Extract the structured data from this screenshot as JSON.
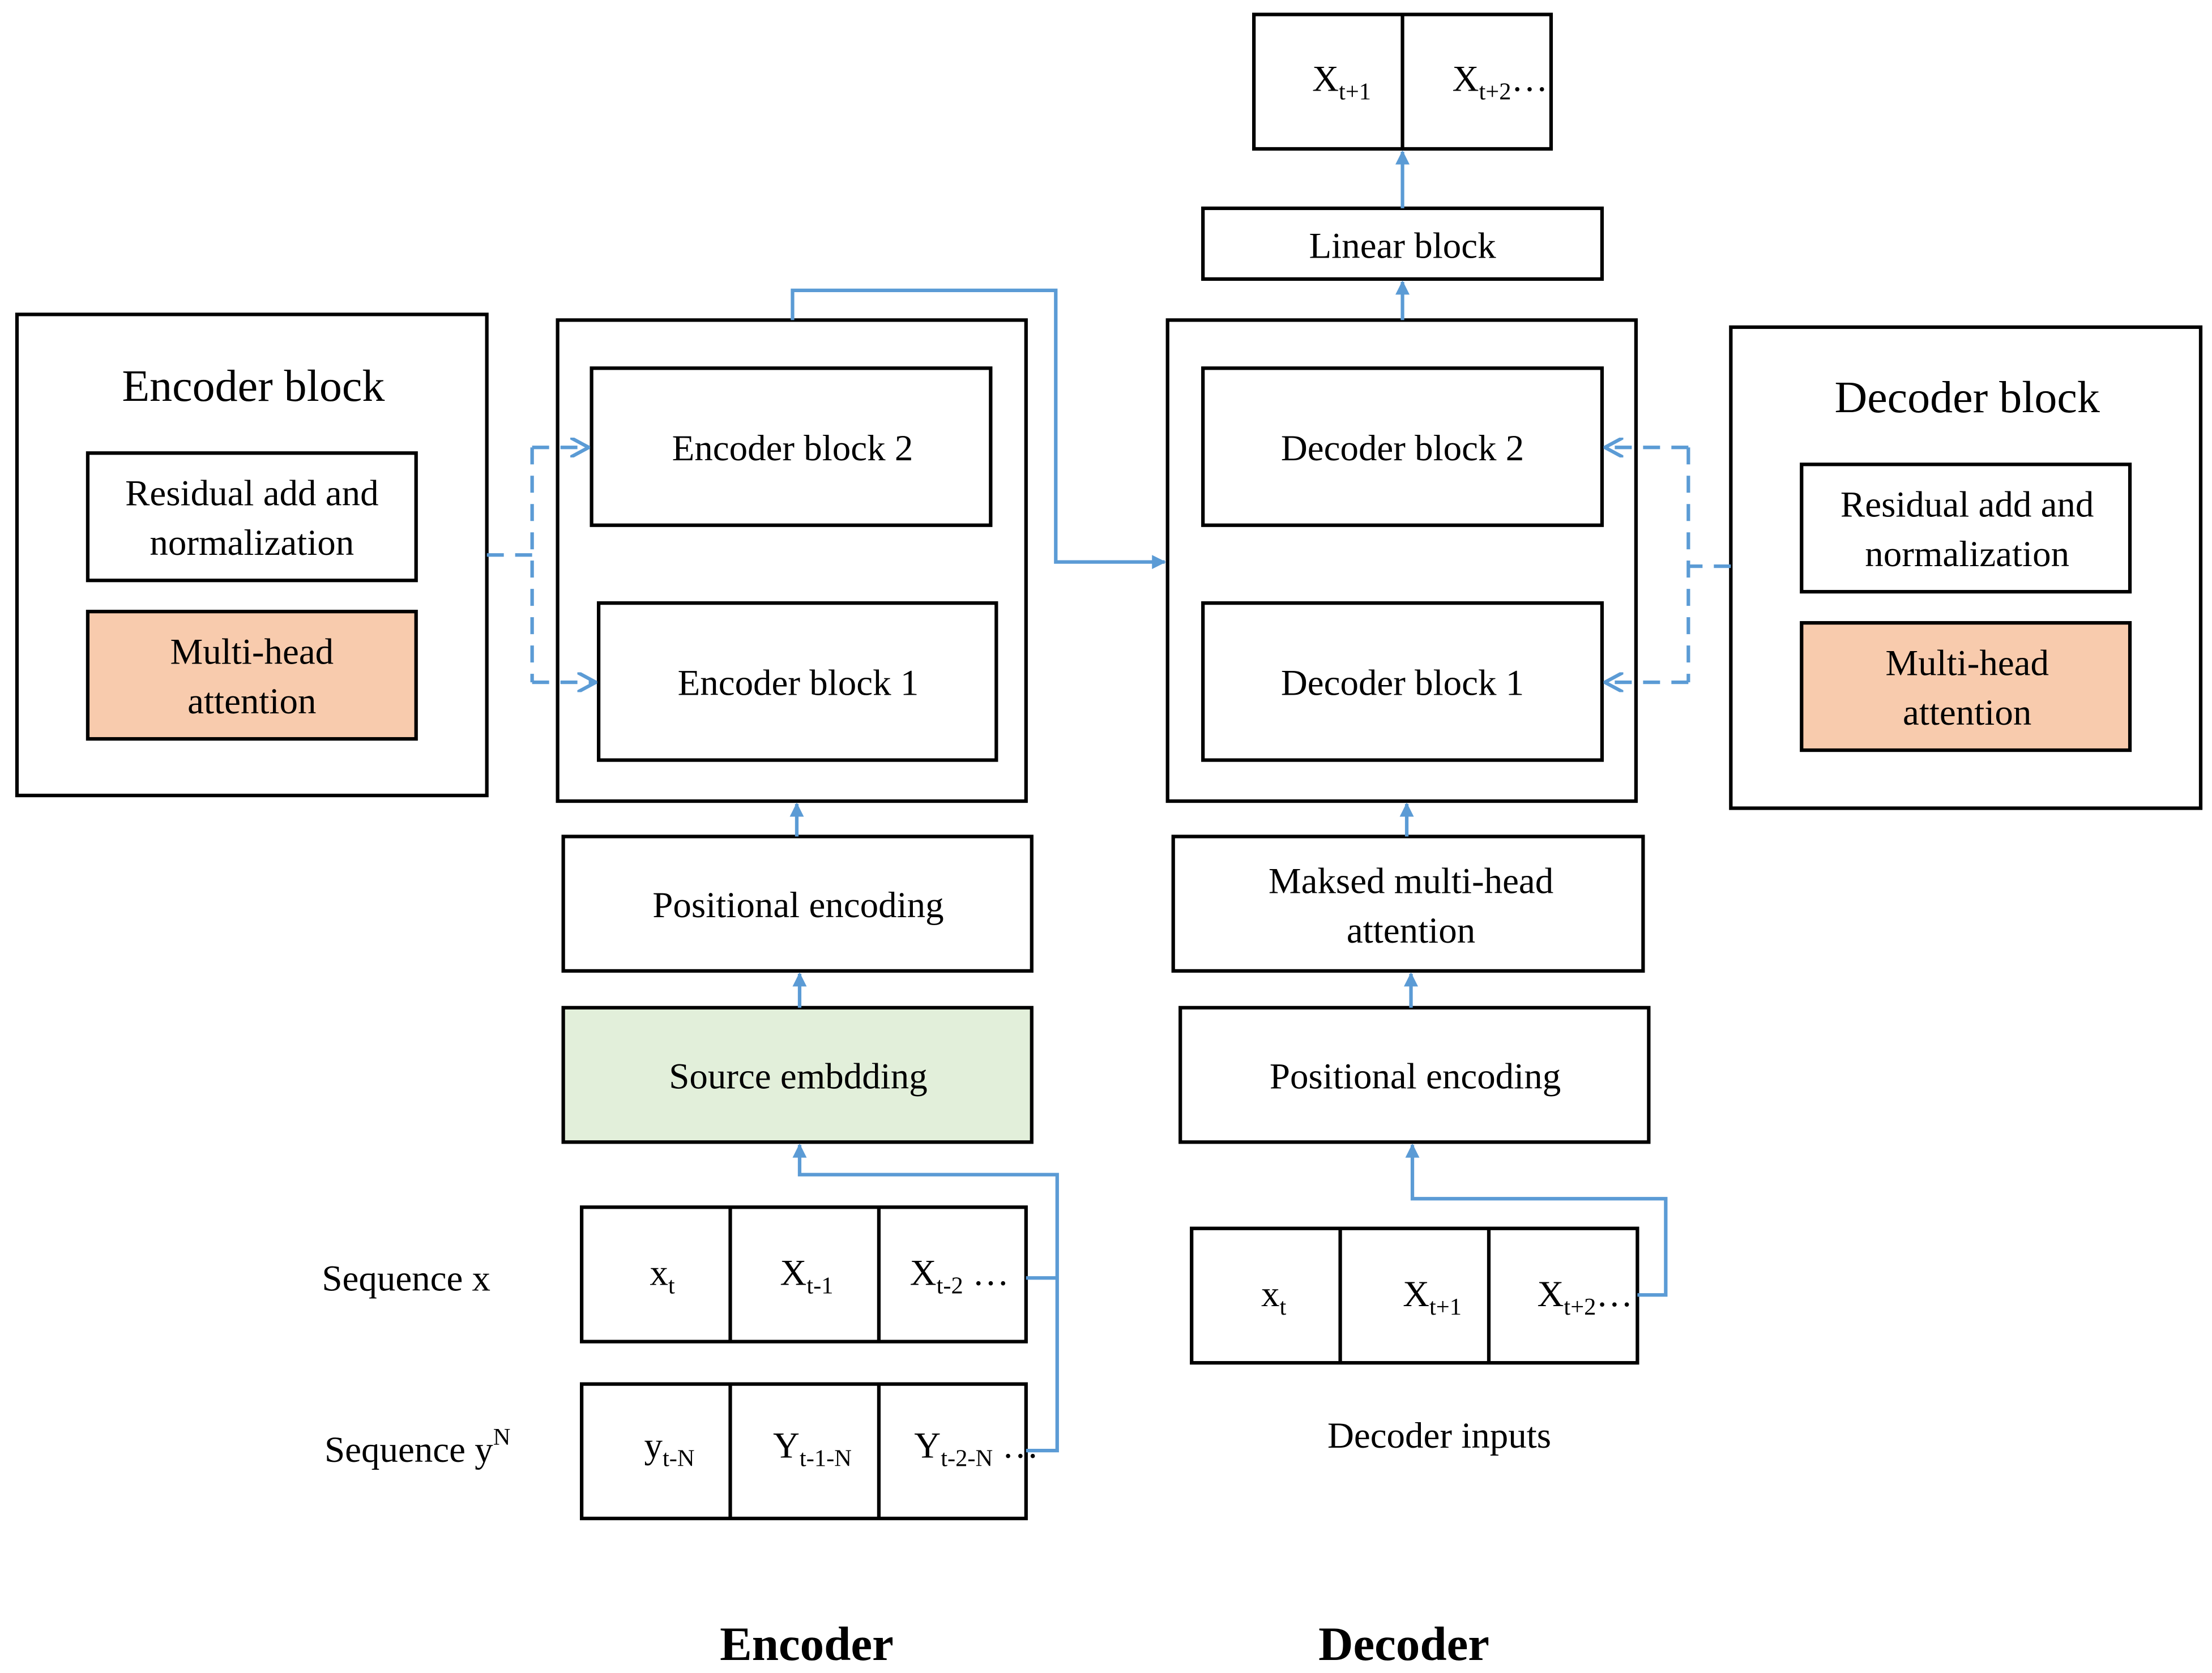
{
  "colors": {
    "arrow": "#5B9BD5",
    "attention": "#F8CBAD",
    "embedding": "#E2EFDA"
  },
  "encoder_legend": {
    "title": "Encoder block",
    "residual": [
      "Residual add and",
      "normalization"
    ],
    "attention": [
      "Multi-head",
      "attention"
    ]
  },
  "decoder_legend": {
    "title": "Decoder block",
    "residual": [
      "Residual add and",
      "normalization"
    ],
    "attention": [
      "Multi-head",
      "attention"
    ]
  },
  "encoder": {
    "block2": "Encoder block 2",
    "block1": "Encoder block 1",
    "positional": "Positional encoding",
    "embedding": "Source embdding",
    "seq_x_label": "Sequence x",
    "seq_y_label": {
      "main": "Sequence y",
      "sup": "N"
    },
    "seq_x": [
      {
        "main": "x",
        "sub": "t",
        "tail": ""
      },
      {
        "main": "X",
        "sub": "t-1",
        "tail": ""
      },
      {
        "main": "X",
        "sub": "t-2",
        "tail": " …"
      }
    ],
    "seq_y": [
      {
        "main": "y",
        "sub": "t-N",
        "tail": ""
      },
      {
        "main": "Y",
        "sub": "t-1-N",
        "tail": ""
      },
      {
        "main": "Y",
        "sub": "t-2-N",
        "tail": " …"
      }
    ],
    "caption": "Encoder"
  },
  "decoder": {
    "block2": "Decoder block 2",
    "block1": "Decoder block 1",
    "masked": [
      "Maksed multi-head",
      "attention"
    ],
    "positional": "Positional encoding",
    "linear": "Linear block",
    "inputs": [
      {
        "main": "x",
        "sub": "t",
        "tail": ""
      },
      {
        "main": "X",
        "sub": "t+1",
        "tail": ""
      },
      {
        "main": "X",
        "sub": "t+2",
        "tail": "…"
      }
    ],
    "inputs_label": "Decoder inputs",
    "outputs": [
      {
        "main": "X",
        "sub": "t+1",
        "tail": ""
      },
      {
        "main": "X",
        "sub": "t+2",
        "tail": "…"
      }
    ],
    "caption": "Decoder"
  }
}
